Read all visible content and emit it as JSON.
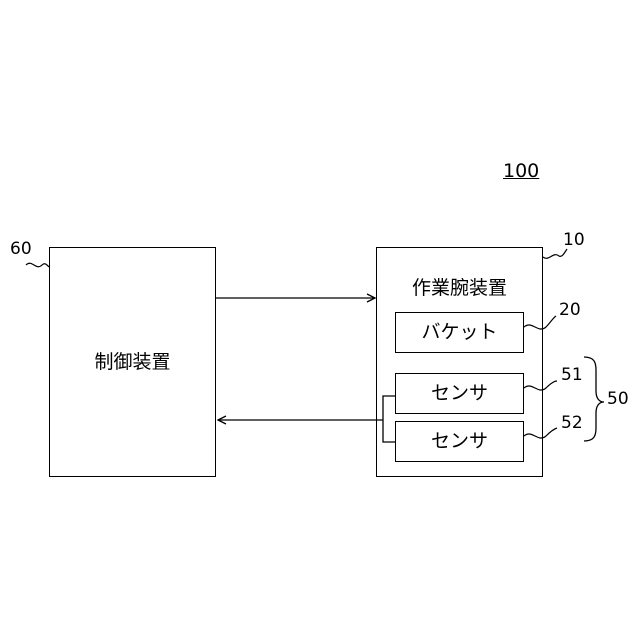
{
  "figure_ref": "100",
  "control_device": {
    "label": "制御装置",
    "ref": "60"
  },
  "work_arm_device": {
    "label": "作業腕装置",
    "ref": "10"
  },
  "bucket": {
    "label": "バケット",
    "ref": "20"
  },
  "sensor_1": {
    "label": "センサ",
    "ref": "51"
  },
  "sensor_2": {
    "label": "センサ",
    "ref": "52"
  },
  "sensor_group": {
    "ref": "50"
  }
}
